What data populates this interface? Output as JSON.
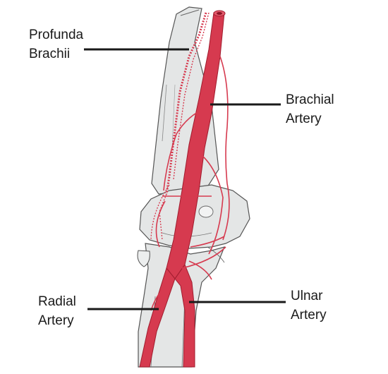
{
  "labels": {
    "profunda_brachii": {
      "line1": "Profunda",
      "line2": "Brachii"
    },
    "brachial_artery": {
      "line1": "Brachial",
      "line2": "Artery"
    },
    "radial_artery": {
      "line1": "Radial",
      "line2": "Artery"
    },
    "ulnar_artery": {
      "line1": "Ulnar",
      "line2": "Artery"
    }
  },
  "colors": {
    "artery": "#d63a4f",
    "artery_outline": "#a01c2e",
    "bone_fill": "#e4e6e6",
    "bone_outline": "#555555",
    "leader_line": "#1a1a1a",
    "background": "#ffffff"
  }
}
